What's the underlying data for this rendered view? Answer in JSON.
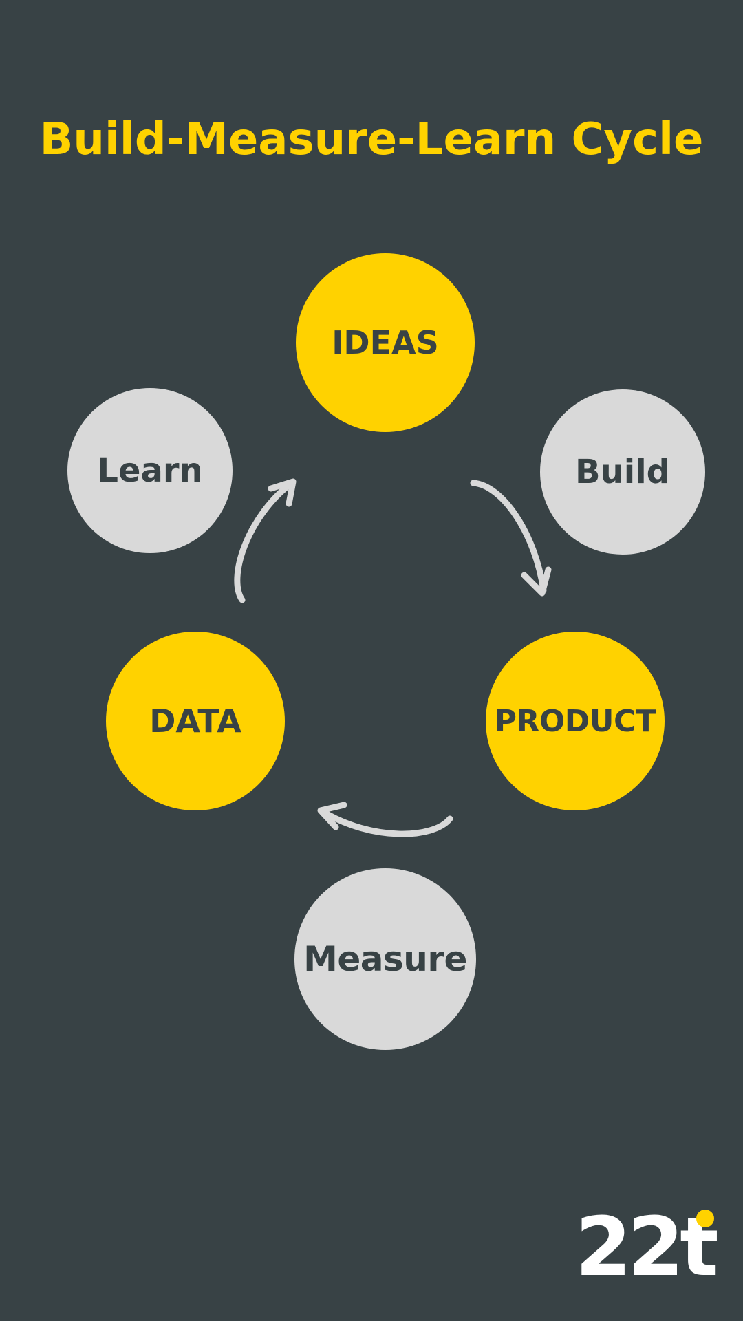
{
  "title": "Build-Measure-Learn Cycle",
  "nodes": {
    "ideas": "IDEAS",
    "product": "PRODUCT",
    "data": "DATA",
    "build": "Build",
    "measure": "Measure",
    "learn": "Learn"
  },
  "logo": {
    "text": "22t"
  },
  "colors": {
    "background": "#384245",
    "accent": "#ffd200",
    "secondary": "#d9d9d9",
    "logo_text": "#ffffff"
  }
}
